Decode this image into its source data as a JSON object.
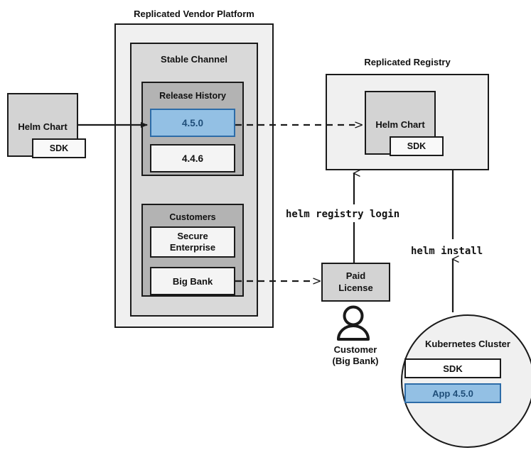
{
  "diagram": {
    "title_platform": "Replicated Vendor Platform",
    "title_registry": "Replicated Registry"
  },
  "vendor_platform": {
    "label": "Replicated Vendor Platform",
    "channel": {
      "label": "Stable Channel",
      "release_history": {
        "label": "Release History",
        "releases": [
          {
            "version": "4.5.0",
            "highlighted": true
          },
          {
            "version": "4.4.6",
            "highlighted": false
          }
        ]
      },
      "customers": {
        "label": "Customers",
        "items": [
          {
            "name": "Secure\nEnterprise",
            "line1": "Secure",
            "line2": "Enterprise"
          },
          {
            "name": "Big Bank",
            "line1": "Big Bank",
            "line2": ""
          }
        ]
      }
    }
  },
  "source_chart": {
    "label": "Helm Chart",
    "sdk_label": "SDK"
  },
  "registry": {
    "label": "Replicated Registry",
    "chart_label": "Helm Chart",
    "sdk_label": "SDK"
  },
  "license": {
    "line1": "Paid",
    "line2": "License"
  },
  "customer_actor": {
    "line1": "Customer",
    "line2": "(Big Bank)",
    "icon": "person-icon"
  },
  "cluster": {
    "label": "Kubernetes Cluster",
    "workloads": [
      {
        "label": "SDK",
        "highlighted": false
      },
      {
        "label": "App 4.5.0",
        "highlighted": true
      }
    ]
  },
  "commands": {
    "registry_login": "helm registry login",
    "install": "helm install"
  },
  "colors": {
    "platform_bg": "#f0f0f0",
    "channel_bg": "#d9d9d9",
    "section_bg": "#b3b3b3",
    "box_bg": "#d3d3d3",
    "white_box_bg": "#f4f4f4",
    "highlight_bg": "#93c0e4",
    "highlight_border": "#2d6ca8",
    "highlight_text": "#1f4e79",
    "stroke": "#1a1a1a"
  }
}
